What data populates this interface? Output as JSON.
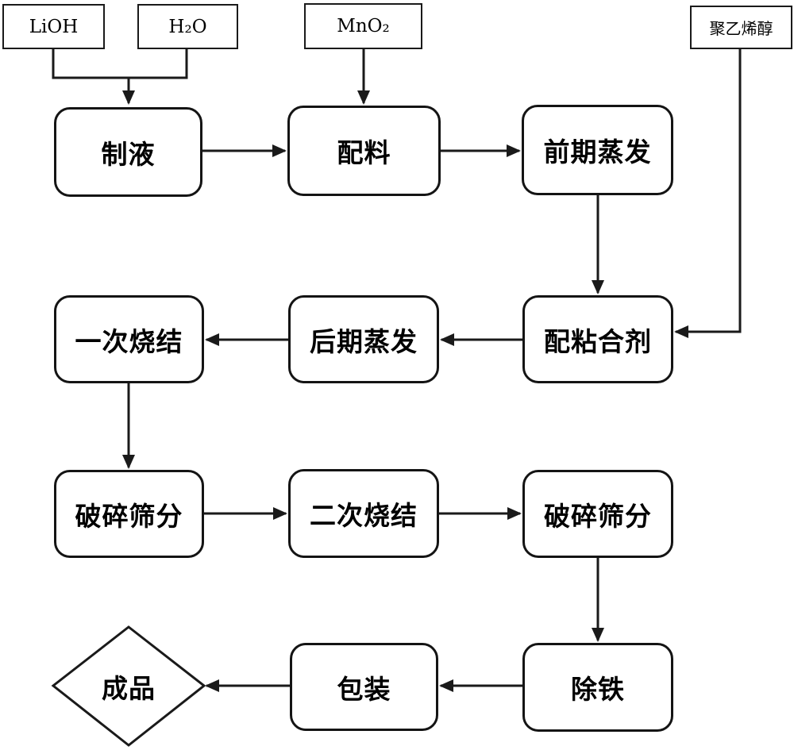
{
  "diagram": {
    "type": "flowchart",
    "inputs": [
      {
        "id": "lioh",
        "label": "LiOH"
      },
      {
        "id": "h2o",
        "label": "H₂O"
      },
      {
        "id": "mno2",
        "label": "MnO₂"
      },
      {
        "id": "pva",
        "label": "聚乙烯醇"
      }
    ],
    "processes": [
      {
        "id": "solution-prep",
        "label": "制液"
      },
      {
        "id": "batching",
        "label": "配料"
      },
      {
        "id": "early-evaporation",
        "label": "前期蒸发"
      },
      {
        "id": "first-sintering",
        "label": "一次烧结"
      },
      {
        "id": "late-evaporation",
        "label": "后期蒸发"
      },
      {
        "id": "binder-mixing",
        "label": "配粘合剂"
      },
      {
        "id": "crush-screen-1",
        "label": "破碎筛分"
      },
      {
        "id": "second-sintering",
        "label": "二次烧结"
      },
      {
        "id": "crush-screen-2",
        "label": "破碎筛分"
      },
      {
        "id": "packaging",
        "label": "包装"
      },
      {
        "id": "iron-removal",
        "label": "除铁"
      }
    ],
    "terminal": {
      "id": "finished-product",
      "label": "成品"
    },
    "edges": [
      {
        "from": "LiOH",
        "to": "制液"
      },
      {
        "from": "H₂O",
        "to": "制液"
      },
      {
        "from": "MnO₂",
        "to": "配料"
      },
      {
        "from": "制液",
        "to": "配料"
      },
      {
        "from": "配料",
        "to": "前期蒸发"
      },
      {
        "from": "前期蒸发",
        "to": "配粘合剂"
      },
      {
        "from": "聚乙烯醇",
        "to": "配粘合剂"
      },
      {
        "from": "配粘合剂",
        "to": "后期蒸发"
      },
      {
        "from": "后期蒸发",
        "to": "一次烧结"
      },
      {
        "from": "一次烧结",
        "to": "破碎筛分"
      },
      {
        "from": "破碎筛分",
        "to": "二次烧结"
      },
      {
        "from": "二次烧结",
        "to": "破碎筛分"
      },
      {
        "from": "破碎筛分",
        "to": "除铁"
      },
      {
        "from": "除铁",
        "to": "包装"
      },
      {
        "from": "包装",
        "to": "成品"
      }
    ],
    "colors": {
      "line": "#1a1a1a",
      "box_background": "#ffffff",
      "text": "#000000"
    }
  }
}
